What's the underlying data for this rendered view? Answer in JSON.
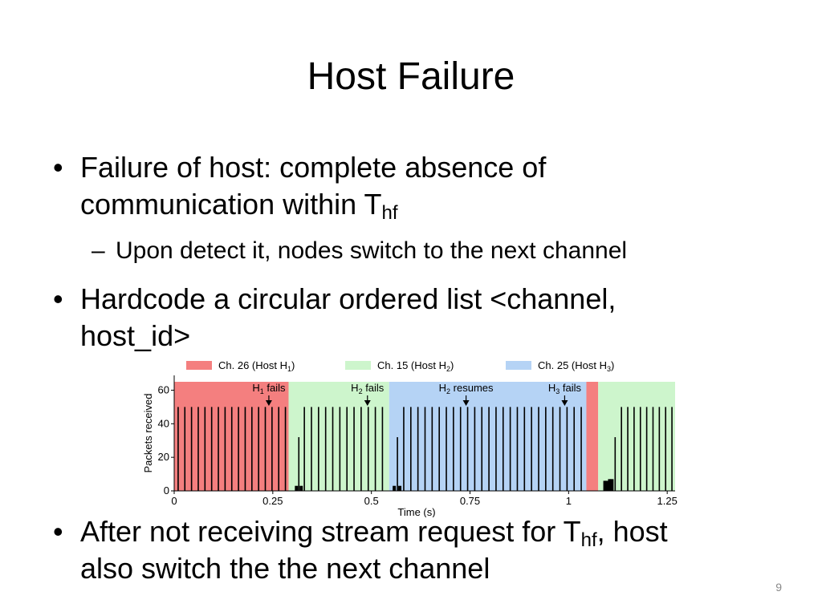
{
  "slide": {
    "title": "Host Failure",
    "bullets": [
      {
        "text": "Failure of host: complete absence of",
        "line2": "communication within T",
        "sub": "hf"
      },
      {
        "text": "Upon detect it, nodes switch to the next channel"
      },
      {
        "text": "Hardcode a circular ordered list <channel,",
        "line2": "host_id>"
      },
      {
        "text": "After not receiving stream request for T",
        "sub": "hf",
        "text_after": ", host",
        "line2": "also switch the the next channel"
      }
    ],
    "page_number": "9"
  },
  "colors": {
    "red": "#f47f7f",
    "green": "#cdf5cc",
    "blue": "#b5d3f5",
    "bar": "#000000"
  },
  "chart_data": {
    "type": "bar",
    "xlabel": "Time (s)",
    "ylabel": "Packets received",
    "xlim": [
      0,
      1.27
    ],
    "ylim": [
      0,
      65
    ],
    "xticks": [
      "0",
      "0.25",
      "0.5",
      "0.75",
      "1",
      "1.25"
    ],
    "xtick_values": [
      0,
      0.25,
      0.5,
      0.75,
      1,
      1.25
    ],
    "yticks": [
      "0",
      "20",
      "40",
      "60"
    ],
    "ytick_values": [
      0,
      20,
      40,
      60
    ],
    "legend": [
      {
        "label": "Ch. 26 (Host H",
        "sub": "1",
        "close": ")",
        "color": "red"
      },
      {
        "label": "Ch. 15 (Host H",
        "sub": "2",
        "close": ")",
        "color": "green"
      },
      {
        "label": "Ch. 25 (Host H",
        "sub": "3",
        "close": ")",
        "color": "blue"
      }
    ],
    "regions": [
      {
        "start": 0,
        "end": 0.29,
        "color": "red"
      },
      {
        "start": 0.29,
        "end": 0.545,
        "color": "green"
      },
      {
        "start": 0.545,
        "end": 1.045,
        "color": "blue"
      },
      {
        "start": 1.045,
        "end": 1.075,
        "color": "red"
      },
      {
        "start": 1.075,
        "end": 1.27,
        "color": "green"
      }
    ],
    "annotations": [
      {
        "pre": "H",
        "sub": "1",
        "post": " fails",
        "x": 0.24
      },
      {
        "pre": "H",
        "sub": "2",
        "post": " fails",
        "x": 0.49
      },
      {
        "pre": "H",
        "sub": "2",
        "post": " resumes",
        "x": 0.74
      },
      {
        "pre": "H",
        "sub": "3",
        "post": " fails",
        "x": 0.99
      }
    ],
    "series": [
      {
        "x": [
          0.01,
          0.027,
          0.044,
          0.061,
          0.078,
          0.095,
          0.112,
          0.129,
          0.146,
          0.163,
          0.18,
          0.197,
          0.214,
          0.231,
          0.248,
          0.265,
          0.282,
          0.31,
          0.316,
          0.322,
          0.33,
          0.348,
          0.366,
          0.384,
          0.402,
          0.42,
          0.438,
          0.456,
          0.474,
          0.492,
          0.51,
          0.528,
          0.558,
          0.566,
          0.572,
          0.582,
          0.6,
          0.618,
          0.636,
          0.654,
          0.672,
          0.69,
          0.708,
          0.726,
          0.744,
          0.762,
          0.78,
          0.798,
          0.816,
          0.834,
          0.852,
          0.87,
          0.888,
          0.906,
          0.924,
          0.942,
          0.96,
          0.978,
          0.996,
          1.014,
          1.032,
          1.092,
          1.096,
          1.104,
          1.11,
          1.118,
          1.134,
          1.15,
          1.166,
          1.182,
          1.198,
          1.214,
          1.23,
          1.246,
          1.262
        ],
        "values": [
          50,
          50,
          50,
          50,
          50,
          50,
          50,
          50,
          50,
          50,
          50,
          50,
          50,
          50,
          50,
          50,
          50,
          3,
          32,
          3,
          50,
          50,
          50,
          50,
          50,
          50,
          50,
          50,
          50,
          50,
          50,
          50,
          3,
          32,
          3,
          50,
          50,
          50,
          50,
          50,
          50,
          50,
          50,
          50,
          50,
          50,
          50,
          50,
          50,
          50,
          50,
          50,
          50,
          50,
          50,
          50,
          50,
          50,
          50,
          50,
          50,
          6,
          6,
          7,
          7,
          32,
          50,
          50,
          50,
          50,
          50,
          50,
          50,
          50,
          50
        ]
      }
    ]
  }
}
